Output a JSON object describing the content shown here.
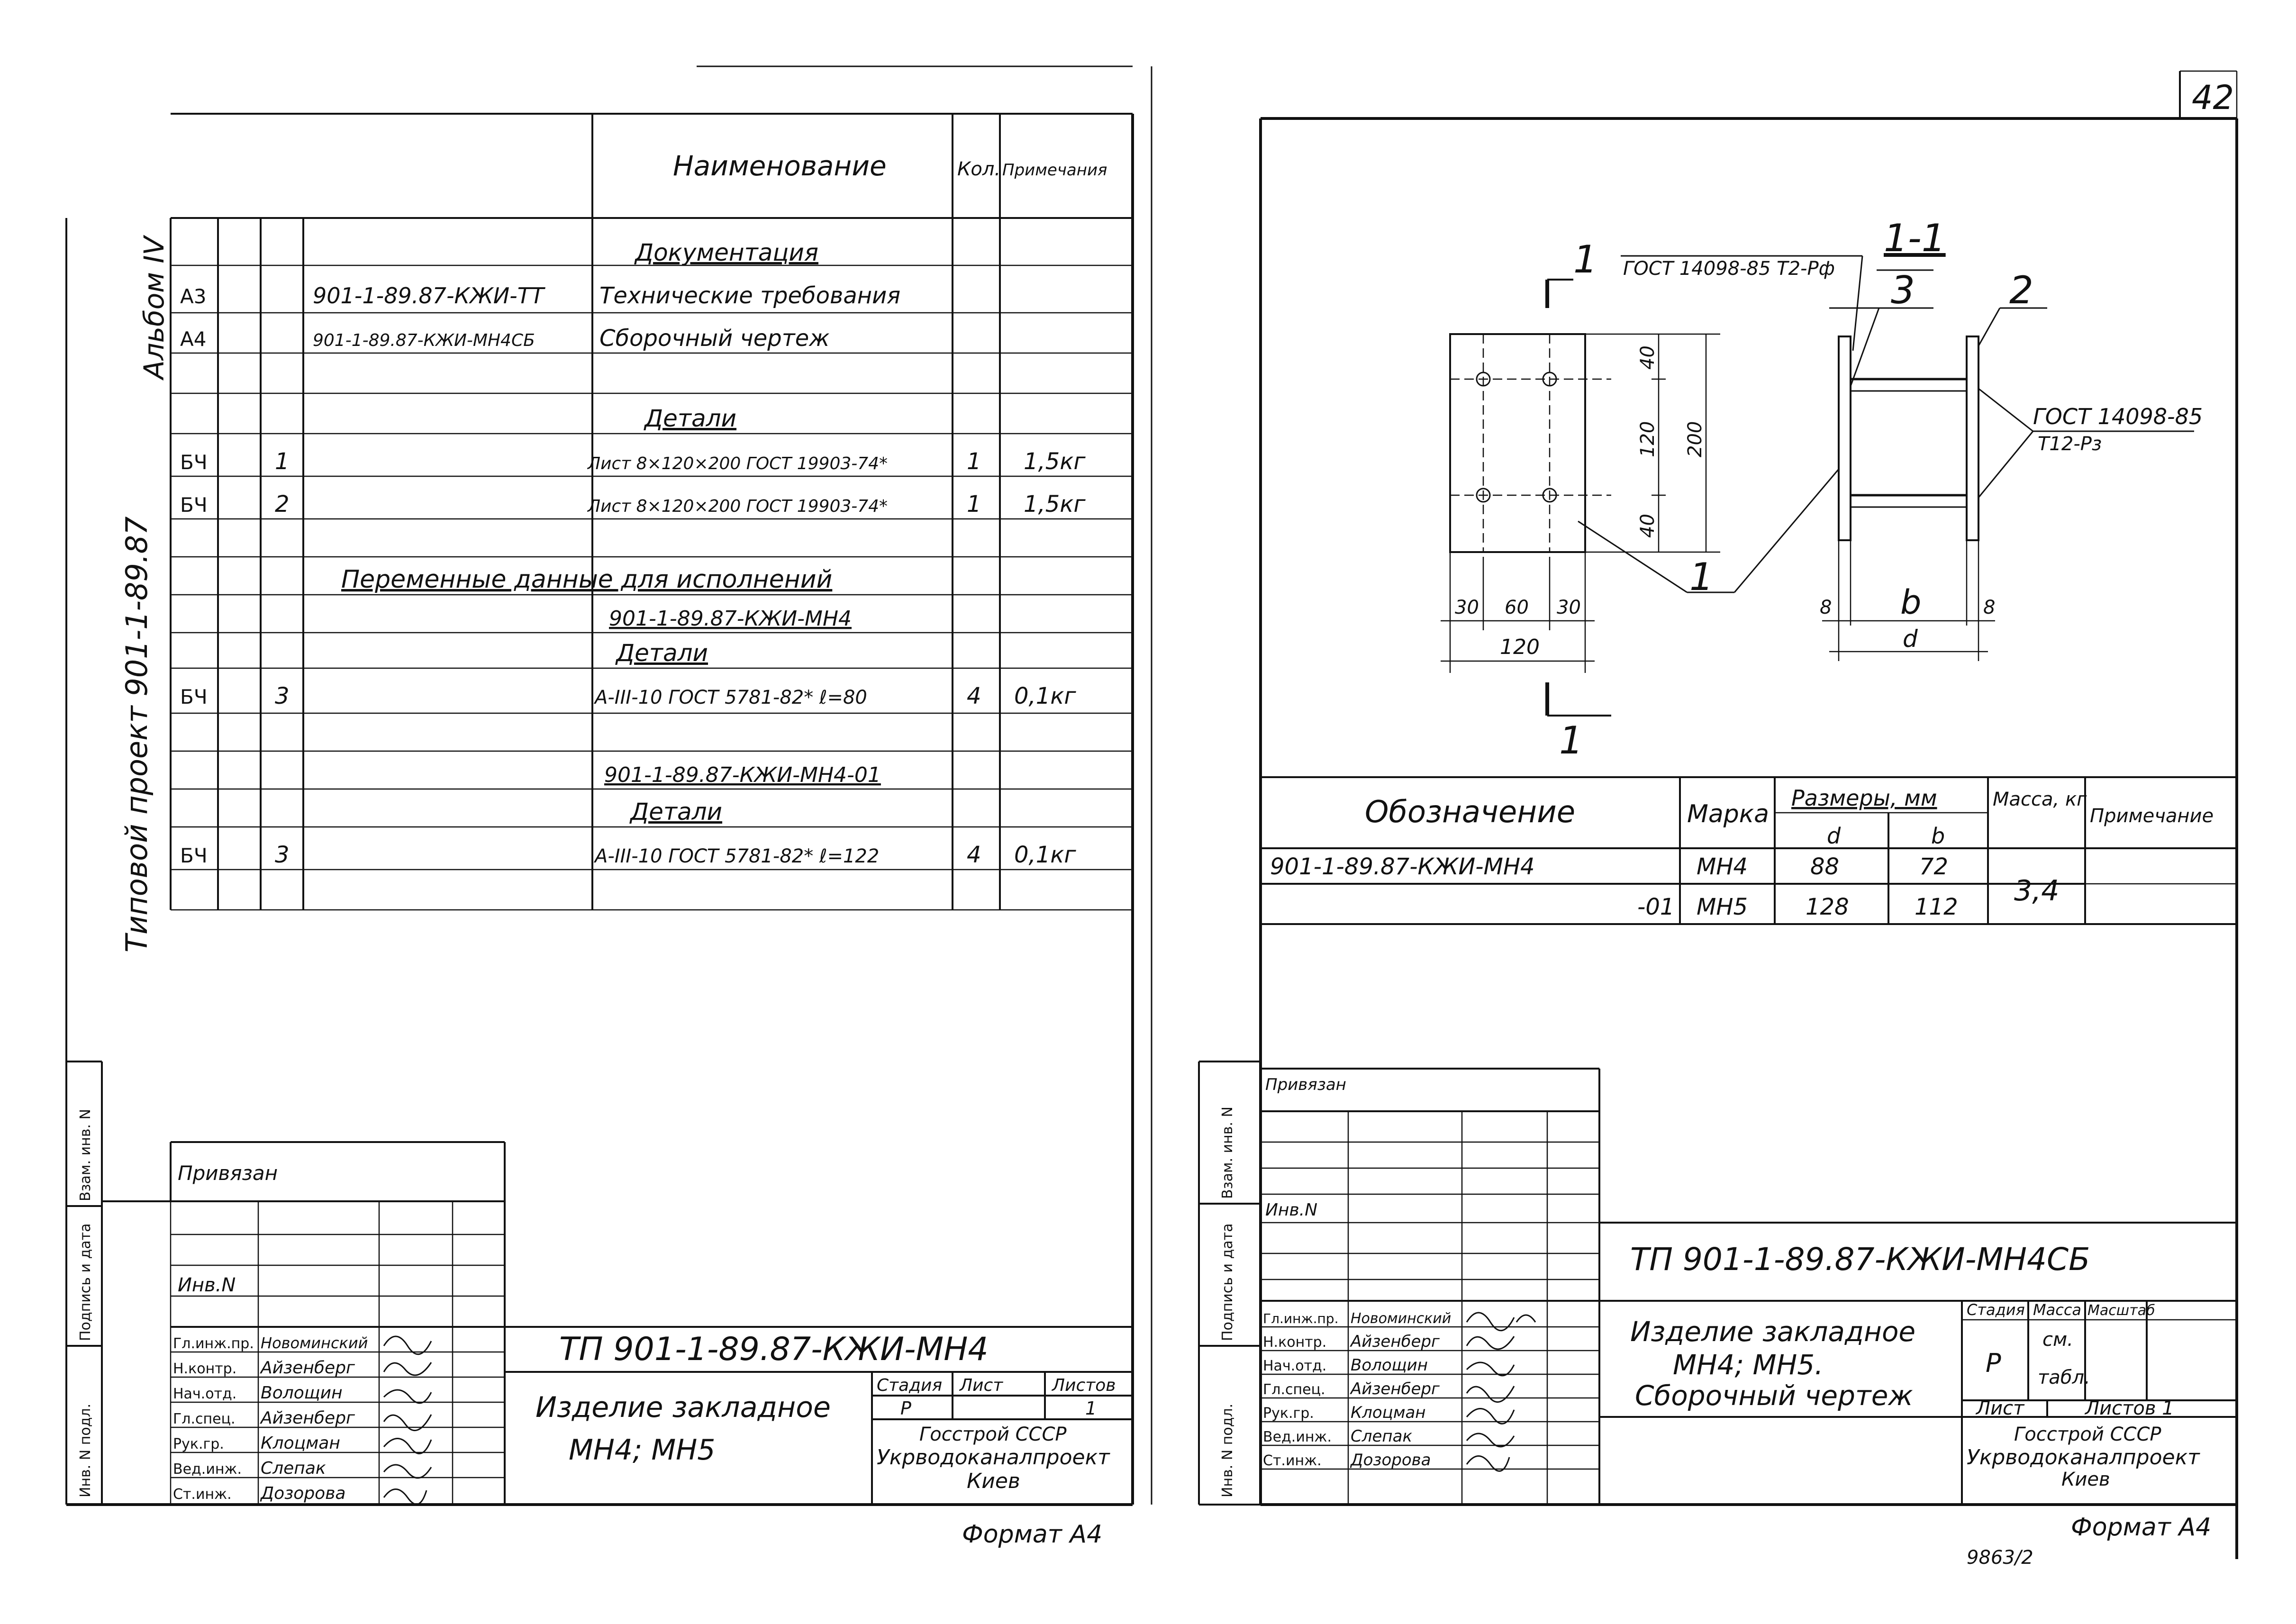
{
  "page": {
    "number": "42",
    "bottom_code": "9863/2"
  },
  "left": {
    "side_label": "Типовой проект 901-1-89.87",
    "album_label": "Альбом IV",
    "spec_header": {
      "name": "Наименование",
      "qty": "Кол.",
      "note": "Примечания"
    },
    "spec_rows": [
      {
        "fmt": "",
        "zone": "",
        "pos": "",
        "designation": "",
        "name": "Документация",
        "qty": "",
        "note": ""
      },
      {
        "fmt": "A3",
        "zone": "",
        "pos": "",
        "designation": "901-1-89.87-КЖИ-ТТ",
        "name": "Технические требования",
        "qty": "",
        "note": ""
      },
      {
        "fmt": "A4",
        "zone": "",
        "pos": "",
        "designation": "901-1-89.87-КЖИ-МН4СБ",
        "name": "Сборочный чертеж",
        "qty": "",
        "note": ""
      },
      {
        "fmt": "",
        "zone": "",
        "pos": "",
        "designation": "",
        "name": "",
        "qty": "",
        "note": ""
      },
      {
        "fmt": "",
        "zone": "",
        "pos": "",
        "designation": "",
        "name": "Детали",
        "qty": "",
        "note": ""
      },
      {
        "fmt": "БЧ",
        "zone": "",
        "pos": "1",
        "designation": "",
        "name": "Лист 8×120×200 ГОСТ 19903-74*",
        "qty": "1",
        "note": "1,5кг"
      },
      {
        "fmt": "БЧ",
        "zone": "",
        "pos": "2",
        "designation": "",
        "name": "Лист 8×120×200 ГОСТ 19903-74*",
        "qty": "1",
        "note": "1,5кг"
      },
      {
        "fmt": "",
        "zone": "",
        "pos": "",
        "designation": "",
        "name": "",
        "qty": "",
        "note": ""
      },
      {
        "fmt": "",
        "zone": "",
        "pos": "",
        "designation": "Переменные данные для исполнений",
        "name": "",
        "qty": "",
        "note": ""
      },
      {
        "fmt": "",
        "zone": "",
        "pos": "",
        "designation": "",
        "name": "901-1-89.87-КЖИ-МН4",
        "qty": "",
        "note": ""
      },
      {
        "fmt": "",
        "zone": "",
        "pos": "",
        "designation": "",
        "name": "Детали",
        "qty": "",
        "note": ""
      },
      {
        "fmt": "БЧ",
        "zone": "",
        "pos": "3",
        "designation": "",
        "name": "А-III-10 ГОСТ 5781-82* ℓ=80",
        "qty": "4",
        "note": "0,1кг"
      },
      {
        "fmt": "",
        "zone": "",
        "pos": "",
        "designation": "",
        "name": "",
        "qty": "",
        "note": ""
      },
      {
        "fmt": "",
        "zone": "",
        "pos": "",
        "designation": "",
        "name": "901-1-89.87-КЖИ-МН4-01",
        "qty": "",
        "note": ""
      },
      {
        "fmt": "",
        "zone": "",
        "pos": "",
        "designation": "",
        "name": "Детали",
        "qty": "",
        "note": ""
      },
      {
        "fmt": "БЧ",
        "zone": "",
        "pos": "3",
        "designation": "",
        "name": "А-III-10 ГОСТ 5781-82* ℓ=122",
        "qty": "4",
        "note": "0,1кг"
      }
    ],
    "stamp": {
      "privyazan": "Привязан",
      "inv": "Инв.N",
      "side_cells": [
        "Инв. N подл.",
        "Подпись и дата",
        "Взам. инв. N"
      ],
      "doc_code": "ТП 901-1-89.87-КЖИ-МН4",
      "title": [
        "Изделие закладное",
        "МН4; МН5"
      ],
      "stage_h": "Стадия",
      "sheet_h": "Лист",
      "sheets_h": "Листов",
      "stage": "Р",
      "sheet": "",
      "sheets": "1",
      "org": [
        "Госстрой СССР",
        "Укрводоканалпроект",
        "Киев"
      ],
      "people": [
        {
          "role": "Гл.инж.пр.",
          "name": "Новоминский"
        },
        {
          "role": "Н.контр.",
          "name": "Айзенберг"
        },
        {
          "role": "Нач.отд.",
          "name": "Волощин"
        },
        {
          "role": "Гл.спец.",
          "name": "Айзенберг"
        },
        {
          "role": "Рук.гр.",
          "name": "Клоцман"
        },
        {
          "role": "Вед.инж.",
          "name": "Слепак"
        },
        {
          "role": "Ст.инж.",
          "name": "Дозорова"
        }
      ]
    },
    "format": "Формат А4"
  },
  "right": {
    "drawing": {
      "section_label": "1-1",
      "cut_label": "1",
      "gost_top": "ГОСТ 14098-85 Т2-Рф",
      "gost_right": [
        "ГОСТ 14098-85",
        "Т12-Рз"
      ],
      "pos_labels": [
        "1",
        "2",
        "3"
      ],
      "dims": {
        "d40a": "40",
        "d120": "120",
        "d200": "200",
        "d40b": "40",
        "d30a": "30",
        "d60": "60",
        "d30b": "30",
        "d120w": "120",
        "t8a": "8",
        "b": "b",
        "t8b": "8",
        "d": "d"
      }
    },
    "table": {
      "headers": {
        "designation": "Обозначение",
        "mark": "Марка",
        "sizes": "Размеры, мм",
        "d": "d",
        "b": "b",
        "mass": "Масса, кг",
        "note": "Примечание"
      },
      "rows": [
        {
          "designation": "901-1-89.87-КЖИ-МН4",
          "mark": "МН4",
          "d": "88",
          "b": "72"
        },
        {
          "designation": "-01",
          "mark": "МН5",
          "d": "128",
          "b": "112"
        }
      ],
      "mass": "3,4"
    },
    "stamp": {
      "privyazan": "Привязан",
      "inv": "Инв.N",
      "side_cells": [
        "Инв. N подл.",
        "Подпись и дата",
        "Взам. инв. N"
      ],
      "doc_code": "ТП 901-1-89.87-КЖИ-МН4СБ",
      "title": [
        "Изделие закладное",
        "МН4; МН5.",
        "Сборочный чертеж"
      ],
      "stage_h": "Стадия",
      "mass_h": "Масса",
      "scale_h": "Масштаб",
      "stage": "Р",
      "mass": [
        "см.",
        "табл."
      ],
      "sheet_h": "Лист",
      "sheets_h": "Листов 1",
      "org": [
        "Госстрой СССР",
        "Укрводоканалпроект",
        "Киев"
      ],
      "people": [
        {
          "role": "Гл.инж.пр.",
          "name": "Новоминский"
        },
        {
          "role": "Н.контр.",
          "name": "Айзенберг"
        },
        {
          "role": "Нач.отд.",
          "name": "Волощин"
        },
        {
          "role": "Гл.спец.",
          "name": "Айзенберг"
        },
        {
          "role": "Рук.гр.",
          "name": "Клоцман"
        },
        {
          "role": "Вед.инж.",
          "name": "Слепак"
        },
        {
          "role": "Ст.инж.",
          "name": "Дозорова"
        }
      ]
    },
    "format": "Формат А4"
  }
}
